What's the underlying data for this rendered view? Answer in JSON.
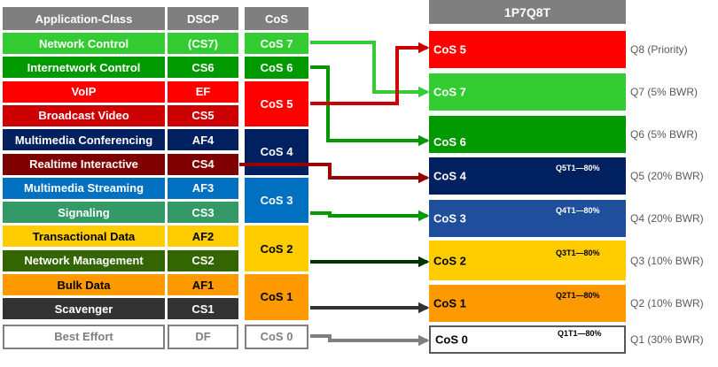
{
  "headers": {
    "app_class": "Application-Class",
    "dscp": "DSCP",
    "cos": "CoS",
    "queue": "1P7Q8T"
  },
  "app_rows": [
    {
      "name": "Network Control",
      "dscp": "(CS7)",
      "color": "#33cc33",
      "text_color": "#ffffff"
    },
    {
      "name": "Internetwork Control",
      "dscp": "CS6",
      "color": "#009900",
      "text_color": "#ffffff"
    },
    {
      "name": "VoIP",
      "dscp": "EF",
      "color": "#ff0000",
      "text_color": "#ffffff"
    },
    {
      "name": "Broadcast Video",
      "dscp": "CS5",
      "color": "#cc0000",
      "text_color": "#ffffff"
    },
    {
      "name": "Multimedia Conferencing",
      "dscp": "AF4",
      "color": "#002060",
      "text_color": "#ffffff"
    },
    {
      "name": "Realtime Interactive",
      "dscp": "CS4",
      "color": "#7f0000",
      "text_color": "#ffffff"
    },
    {
      "name": "Multimedia Streaming",
      "dscp": "AF3",
      "color": "#0070c0",
      "text_color": "#ffffff"
    },
    {
      "name": "Signaling",
      "dscp": "CS3",
      "color": "#339966",
      "text_color": "#ffffff"
    },
    {
      "name": "Transactional Data",
      "dscp": "AF2",
      "color": "#ffcc00",
      "text_color": "#000000"
    },
    {
      "name": "Network Management",
      "dscp": "CS2",
      "color": "#336600",
      "text_color": "#ffffff"
    },
    {
      "name": "Bulk Data",
      "dscp": "AF1",
      "color": "#ff9900",
      "text_color": "#000000"
    },
    {
      "name": "Scavenger",
      "dscp": "CS1",
      "color": "#333333",
      "text_color": "#ffffff"
    },
    {
      "name": "Best Effort",
      "dscp": "DF",
      "color": "#ffffff",
      "text_color": "#7f7f7f"
    }
  ],
  "cos_groups": [
    {
      "label": "CoS 7",
      "color": "#33cc33",
      "text_color": "#ffffff"
    },
    {
      "label": "CoS 6",
      "color": "#009900",
      "text_color": "#ffffff"
    },
    {
      "label": "CoS 5",
      "color": "#ff0000",
      "text_color": "#ffffff"
    },
    {
      "label": "CoS 4",
      "color": "#002060",
      "text_color": "#ffffff"
    },
    {
      "label": "CoS 3",
      "color": "#0070c0",
      "text_color": "#ffffff"
    },
    {
      "label": "CoS 2",
      "color": "#ffcc00",
      "text_color": "#000000"
    },
    {
      "label": "CoS 1",
      "color": "#ff9900",
      "text_color": "#000000"
    },
    {
      "label": "CoS 0",
      "color": "#ffffff",
      "text_color": "#7f7f7f"
    }
  ],
  "queues": [
    {
      "cos": "CoS 5",
      "threshold": "",
      "queue": "Q8 (Priority)",
      "color": "#ff0000",
      "text_color": "#ffffff"
    },
    {
      "cos": "CoS 7",
      "threshold": "",
      "queue": "Q7 (5% BWR)",
      "color": "#33cc33",
      "text_color": "#ffffff"
    },
    {
      "cos": "CoS 6",
      "threshold": "",
      "queue": "Q6 (5% BWR)",
      "color": "#009900",
      "text_color": "#ffffff"
    },
    {
      "cos": "CoS 4",
      "threshold": "Q5T1—80%",
      "queue": "Q5 (20% BWR)",
      "color": "#002060",
      "text_color": "#ffffff"
    },
    {
      "cos": "CoS 3",
      "threshold": "Q4T1—80%",
      "queue": "Q4 (20% BWR)",
      "color": "#1f4e9c",
      "text_color": "#ffffff"
    },
    {
      "cos": "CoS 2",
      "threshold": "Q3T1—80%",
      "queue": "Q3 (10% BWR)",
      "color": "#ffcc00",
      "text_color": "#000000"
    },
    {
      "cos": "CoS 1",
      "threshold": "Q2T1—80%",
      "queue": "Q2 (10% BWR)",
      "color": "#ff9900",
      "text_color": "#000000"
    },
    {
      "cos": "CoS 0",
      "threshold": "Q1T1—80%",
      "queue": "Q1 (30% BWR)",
      "color": "#ffffff",
      "text_color": "#000000"
    }
  ],
  "arrow_colors": {
    "cos7": "#33cc33",
    "cos6": "#009900",
    "cos5": "#cc0000",
    "cos4": "#990000",
    "cos3": "#009900",
    "cos2": "#003300",
    "cos1": "#333333",
    "cos0": "#7f7f7f"
  }
}
